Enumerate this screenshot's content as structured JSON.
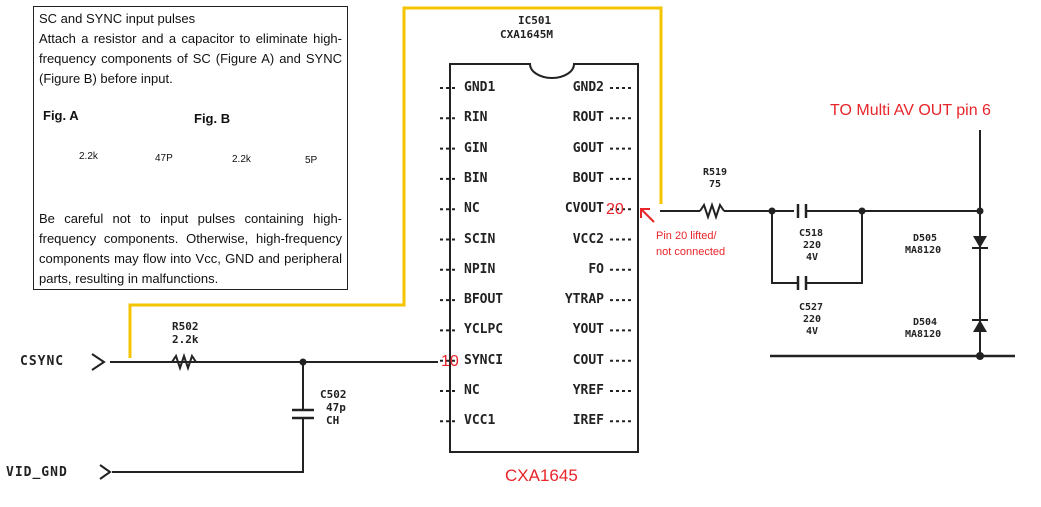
{
  "note": {
    "title": "SC and SYNC input pulses",
    "para1": "Attach a resistor and a capacitor to eliminate high-frequency components of SC (Figure A) and SYNC (Figure B) before input.",
    "fig_a_label": "Fig. A",
    "fig_b_label": "Fig. B",
    "fig_a_res": "2.2k",
    "fig_a_cap": "47P",
    "fig_b_res": "2.2k",
    "fig_b_cap": "5P",
    "para2": "Be careful not to input pulses containing high-frequency components. Otherwise, high-frequency components may flow into Vcc, GND and peripheral parts, resulting in malfunctions."
  },
  "ic": {
    "ref": "IC501",
    "part": "CXA1645M",
    "left_pins": [
      "GND1",
      "RIN",
      "GIN",
      "BIN",
      "NC",
      "SCIN",
      "NPIN",
      "BFOUT",
      "YCLPC",
      "SYNCI",
      "NC",
      "VCC1"
    ],
    "right_pins": [
      "GND2",
      "ROUT",
      "GOUT",
      "BOUT",
      "CVOUT",
      "VCC2",
      "FO",
      "YTRAP",
      "YOUT",
      "COUT",
      "YREF",
      "IREF"
    ],
    "caption": "CXA1645"
  },
  "labels": {
    "csync": "CSYNC",
    "vid_gnd": "VID_GND",
    "r502_ref": "R502",
    "r502_val": "2.2k",
    "c502_ref": "C502",
    "c502_val": "47p",
    "c502_type": "CH",
    "r519_ref": "R519",
    "r519_val": "75",
    "c518_ref": "C518",
    "c518_val": "220",
    "c518_v": "4V",
    "c527_ref": "C527",
    "c527_val": "220",
    "c527_v": "4V",
    "d505_ref": "D505",
    "d505_part": "MA8120",
    "d504_ref": "D504",
    "d504_part": "MA8120",
    "pin10": "10",
    "pin20": "20",
    "pin20_note_1": "Pin 20 lifted/",
    "pin20_note_2": "not connected",
    "to_multi": "TO Multi AV OUT pin 6"
  },
  "colors": {
    "yellow_wire": "#f5c400",
    "red_text": "#e8252a",
    "ink": "#222222"
  }
}
